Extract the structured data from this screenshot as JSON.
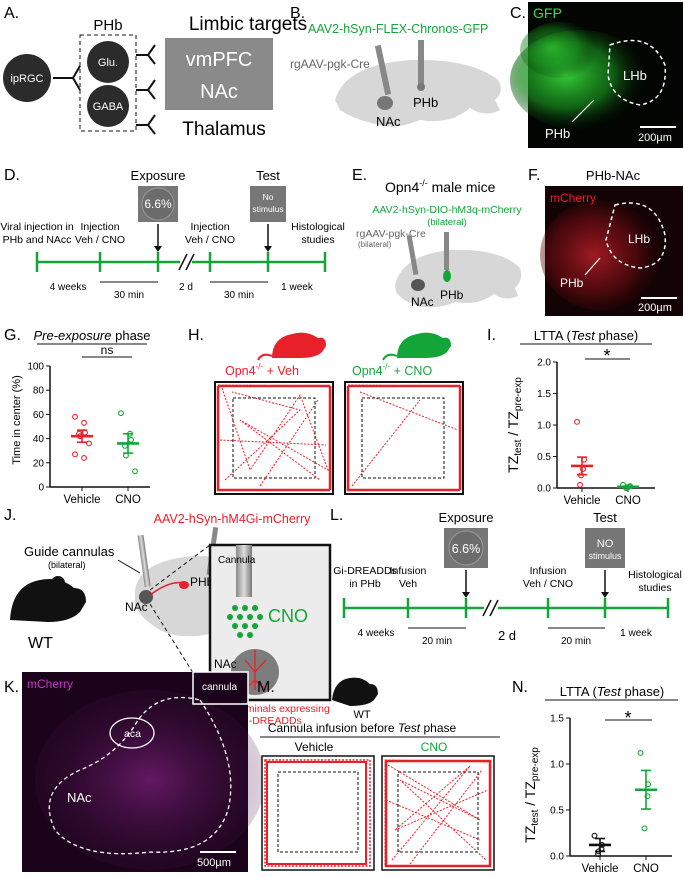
{
  "panels": {
    "A": {
      "label": "A.",
      "ipRGC": "ipRGC",
      "phb": "PHb",
      "glu": "Glu.",
      "gaba": "GABA",
      "limbic": "Limbic targets",
      "vmpfc": "vmPFC",
      "nac": "NAc",
      "thalamus": "Thalamus"
    },
    "B": {
      "label": "B.",
      "virus": "AAV2-hSyn-FLEX-Chronos-GFP",
      "retro": "rgAAV-pgk-Cre",
      "phb": "PHb",
      "nac": "NAc"
    },
    "C": {
      "label": "C.",
      "stain": "GFP",
      "lhb": "LHb",
      "phb": "PHb",
      "scale": "200µm"
    },
    "D": {
      "label": "D.",
      "viral": "Viral injection in",
      "viral2": "PHb and NAcc",
      "inj1": "Injection",
      "inj1b": "Veh / CNO",
      "exposure": "Exposure",
      "pct": "6.6%",
      "inj2": "Injection",
      "inj2b": "Veh / CNO",
      "test": "Test",
      "no": "No",
      "stim": "stimulus",
      "hist": "Histological",
      "hist2": "studies",
      "w4": "4 weeks",
      "m30a": "30 min",
      "d2": "2 d",
      "m30b": "30 min",
      "w1": "1 week"
    },
    "E": {
      "label": "E.",
      "title": "Opn4",
      "title_sup": "-/-",
      "title_rest": " male mice",
      "virus": "AAV2-hSyn-DIO-hM3q-mCherry",
      "bilat": "(bilateral)",
      "retro": "rgAAV-pgk-Cre",
      "retro_bilat": "(bilateral)",
      "nac": "NAc",
      "phb": "PHb"
    },
    "F": {
      "label": "F.",
      "title": "PHb-NAc",
      "stain": "mCherry",
      "lhb": "LHb",
      "phb": "PHb",
      "scale": "200µm"
    },
    "G": {
      "label": "G.",
      "title": "Pre-exposure",
      "title_rest": " phase",
      "ylabel": "Time in center (%)",
      "ns": "ns",
      "cats": [
        "Vehicle",
        "CNO"
      ],
      "yticks": [
        "0",
        "20",
        "40",
        "60",
        "80",
        "100"
      ]
    },
    "H": {
      "label": "H.",
      "left": "Opn4",
      "left_sup": "-/-",
      "left_rest": " + Veh",
      "right": "Opn4",
      "right_sup": "-/-",
      "right_rest": " + CNO"
    },
    "I": {
      "label": "I.",
      "title": "LTTA (",
      "title_it": "Test",
      "title_rest": " phase)",
      "star": "*",
      "ylabel_main": "TZ",
      "ylabel_sub1": "test",
      "ylabel_mid": " / TZ",
      "ylabel_sub2": "pre-exp",
      "cats": [
        "Vehicle",
        "CNO"
      ],
      "yticks": [
        "0.0",
        "0.5",
        "1.0",
        "1.5",
        "2.0"
      ]
    },
    "J": {
      "label": "J.",
      "virus": "AAV2-hSyn-hM4Gi-mCherry",
      "guide": "Guide cannulas",
      "bilat": "(bilateral)",
      "phb": "PHb",
      "nac": "NAc",
      "wt": "WT",
      "cannula": "Cannula",
      "cno": "CNO",
      "nac2": "NAc",
      "term1": "PHb terminals expressing",
      "term2": "Gi-DREADDs"
    },
    "K": {
      "label": "K.",
      "stain": "mCherry",
      "cannula": "cannula",
      "aca": "aca",
      "nac": "NAc",
      "scale": "500µm"
    },
    "L": {
      "label": "L.",
      "gi": "Gi-DREADDs",
      "gi2": "in PHb",
      "inf1": "Infusion",
      "inf1b": "Veh",
      "exposure": "Exposure",
      "pct": "6.6%",
      "inf2": "Infusion",
      "inf2b": "Veh / CNO",
      "test": "Test",
      "no": "NO",
      "stim": "stimulus",
      "hist": "Histological",
      "hist2": "studies",
      "w4": "4 weeks",
      "m20a": "20 min",
      "d2": "2 d",
      "m20b": "20 min",
      "w1": "1 week"
    },
    "M": {
      "label": "M.",
      "wt": "WT",
      "title": "Cannula infusion before ",
      "title_it": "Test",
      "title_rest": " phase",
      "veh": "Vehicle",
      "cno": "CNO"
    },
    "N": {
      "label": "N.",
      "title": "LTTA (",
      "title_it": "Test",
      "title_rest": " phase)",
      "star": "*",
      "ylabel_main": "TZ",
      "ylabel_sub1": "test",
      "ylabel_mid": " / TZ",
      "ylabel_sub2": "pre-exp",
      "cats": [
        "Vehicle",
        "CNO"
      ],
      "yticks": [
        "0.0",
        "0.5",
        "1.0",
        "1.5"
      ]
    }
  },
  "colors": {
    "red": "#e8202a",
    "green": "#13a538",
    "gray": "#8a8a8a"
  },
  "chart_data": [
    {
      "type": "scatter",
      "panel": "G",
      "title": "Pre-exposure phase",
      "ylabel": "Time in center (%)",
      "categories": [
        "Vehicle",
        "CNO"
      ],
      "ylim": [
        0,
        100
      ],
      "series": [
        {
          "name": "Vehicle",
          "values": [
            58,
            53,
            45,
            44,
            42,
            36,
            27,
            24
          ],
          "mean": 42,
          "sem": 5
        },
        {
          "name": "CNO",
          "values": [
            61,
            44,
            39,
            34,
            26,
            13
          ],
          "mean": 36,
          "sem": 8
        }
      ]
    },
    {
      "type": "scatter",
      "panel": "I",
      "title": "LTTA (Test phase)",
      "ylabel": "TZtest / TZpre-exp",
      "categories": [
        "Vehicle",
        "CNO"
      ],
      "ylim": [
        0,
        2.0
      ],
      "series": [
        {
          "name": "Vehicle",
          "values": [
            1.05,
            0.45,
            0.3,
            0.2,
            0.05
          ],
          "mean": 0.35,
          "sem": 0.14
        },
        {
          "name": "CNO",
          "values": [
            0.05,
            0.03,
            0.02,
            0.01,
            0.0
          ],
          "mean": 0.02,
          "sem": 0.01
        }
      ]
    },
    {
      "type": "scatter",
      "panel": "N",
      "title": "LTTA (Test phase)",
      "ylabel": "TZtest / TZpre-exp",
      "categories": [
        "Vehicle",
        "CNO"
      ],
      "ylim": [
        0,
        1.5
      ],
      "series": [
        {
          "name": "Vehicle",
          "values": [
            0.22,
            0.12,
            0.08,
            0.05,
            0.02
          ],
          "mean": 0.12,
          "sem": 0.07
        },
        {
          "name": "CNO",
          "values": [
            1.12,
            0.78,
            0.65,
            0.3
          ],
          "mean": 0.72,
          "sem": 0.21
        }
      ]
    }
  ]
}
